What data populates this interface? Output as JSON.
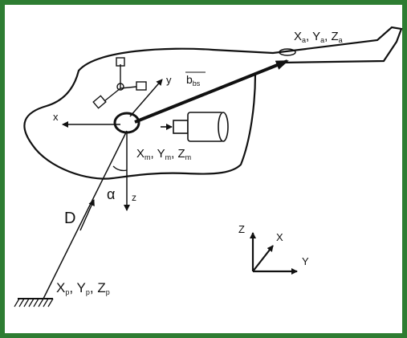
{
  "diagram": {
    "border_color": "#2e7d32",
    "labels": {
      "tail_point": {
        "x": "X",
        "x_sub": "a",
        "y": "Y",
        "y_sub": "a",
        "z": "Z",
        "z_sub": "a"
      },
      "vector": {
        "b": "b",
        "b_sub": "bs"
      },
      "local_x": "x",
      "local_y": "y",
      "local_z": "z",
      "mount_point": {
        "x": "X",
        "x_sub": "m",
        "y": "Y",
        "y_sub": "m",
        "z": "Z",
        "z_sub": "m"
      },
      "alpha": "α",
      "distance": "D",
      "ground_point": {
        "x": "X",
        "x_sub": "p",
        "y": "Y",
        "y_sub": "p",
        "z": "Z",
        "z_sub": "p"
      },
      "global_z": "Z",
      "global_x": "X",
      "global_y": "Y"
    }
  }
}
